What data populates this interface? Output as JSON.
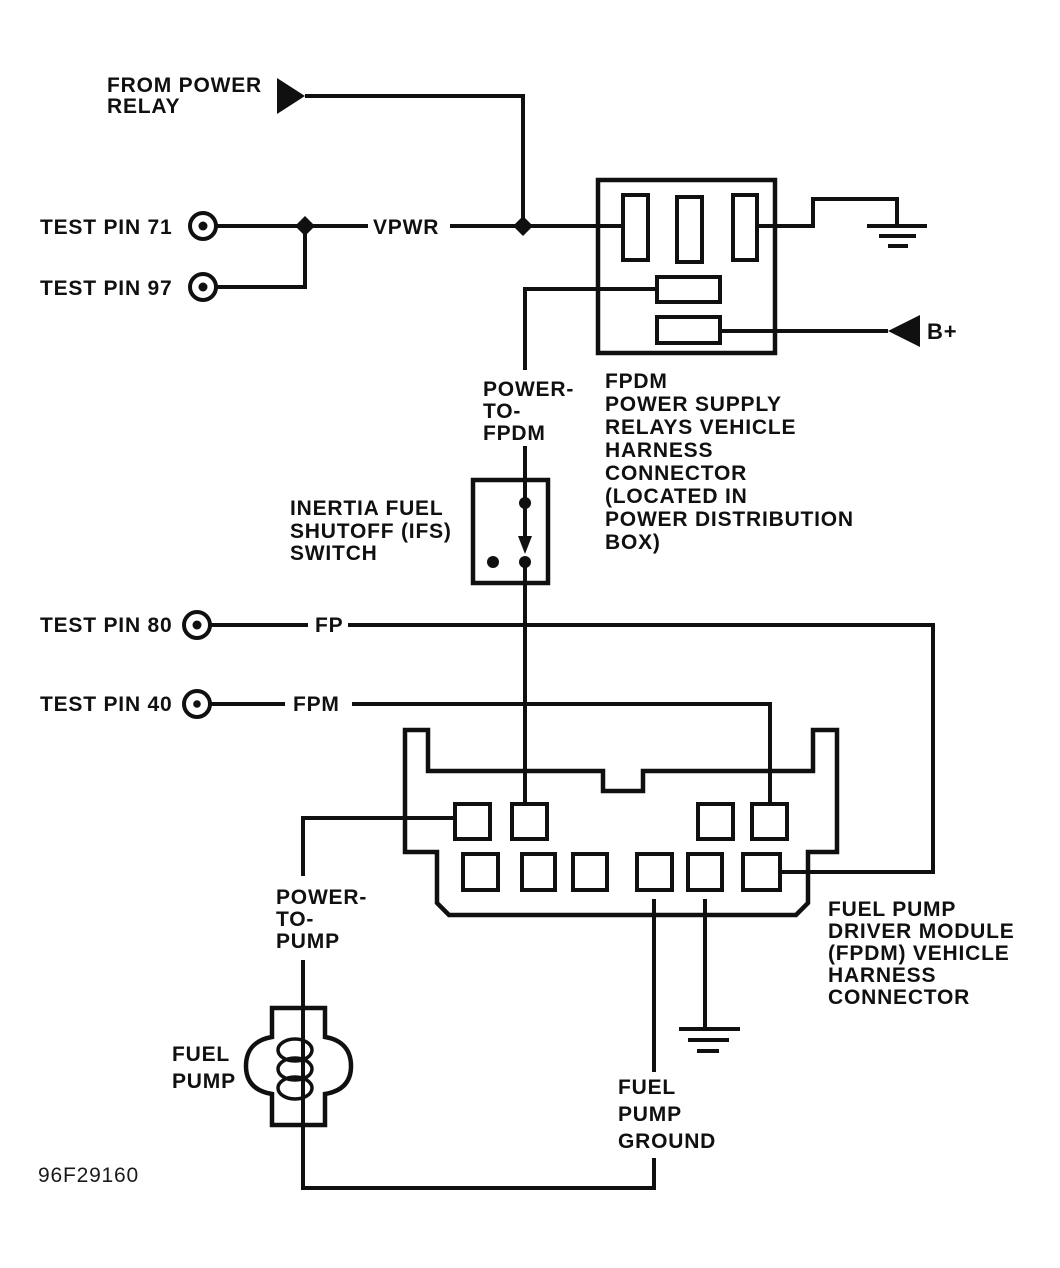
{
  "figure_code": "96F29160",
  "colors": {
    "ink": "#101010",
    "background": "#ffffff"
  },
  "labels": {
    "from_power_relay": [
      "FROM POWER",
      "RELAY"
    ],
    "test_pin_71": "TEST PIN 71",
    "test_pin_97": "TEST PIN 97",
    "test_pin_80": "TEST PIN 80",
    "test_pin_40": "TEST PIN 40",
    "net_vpwr": "VPWR",
    "net_fp": "FP",
    "net_fpm": "FPM",
    "b_plus": "B+",
    "power_to_fpdm": [
      "POWER-",
      "TO-",
      "FPDM"
    ],
    "inertia_fuel_shutoff_switch": [
      "INERTIA FUEL",
      "SHUTOFF (IFS)",
      "SWITCH"
    ],
    "fpdm_power_supply_connector": [
      "FPDM",
      "POWER SUPPLY",
      "RELAYS VEHICLE",
      "HARNESS",
      "CONNECTOR",
      "(LOCATED IN",
      "POWER DISTRIBUTION",
      "BOX)"
    ],
    "fuel_pump_driver_module_connector": [
      "FUEL PUMP",
      "DRIVER MODULE",
      "(FPDM) VEHICLE",
      "HARNESS",
      "CONNECTOR"
    ],
    "power_to_pump": [
      "POWER-",
      "TO-",
      "PUMP"
    ],
    "fuel_pump": [
      "FUEL",
      "PUMP"
    ],
    "fuel_pump_ground": [
      "FUEL",
      "PUMP",
      "GROUND"
    ]
  }
}
